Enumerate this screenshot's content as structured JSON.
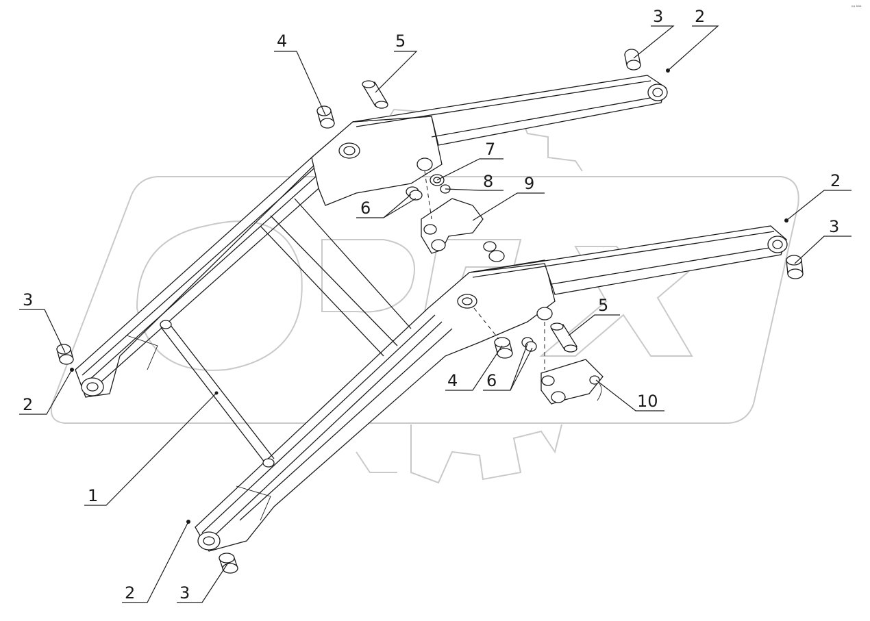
{
  "page_mark": "ᵖᵍ ᵇᵇᵇ",
  "callouts": [
    {
      "id": "c-4-top",
      "label": "4",
      "part": 4
    },
    {
      "id": "c-5-top",
      "label": "5",
      "part": 5
    },
    {
      "id": "c-3-topright",
      "label": "3",
      "part": 3
    },
    {
      "id": "c-2-topright",
      "label": "2",
      "part": 2
    },
    {
      "id": "c-7",
      "label": "7",
      "part": 7
    },
    {
      "id": "c-8",
      "label": "8",
      "part": 8
    },
    {
      "id": "c-9",
      "label": "9",
      "part": 9
    },
    {
      "id": "c-6-top",
      "label": "6",
      "part": 6
    },
    {
      "id": "c-2-right",
      "label": "2",
      "part": 2
    },
    {
      "id": "c-3-right",
      "label": "3",
      "part": 3
    },
    {
      "id": "c-3-left",
      "label": "3",
      "part": 3
    },
    {
      "id": "c-2-left",
      "label": "2",
      "part": 2
    },
    {
      "id": "c-5-mid",
      "label": "5",
      "part": 5
    },
    {
      "id": "c-4-mid",
      "label": "4",
      "part": 4
    },
    {
      "id": "c-6-mid",
      "label": "6",
      "part": 6
    },
    {
      "id": "c-10",
      "label": "10",
      "part": 10
    },
    {
      "id": "c-1",
      "label": "1",
      "part": 1
    },
    {
      "id": "c-2-bottom",
      "label": "2",
      "part": 2
    },
    {
      "id": "c-3-bottom",
      "label": "3",
      "part": 3
    }
  ],
  "colors": {
    "line": "#1a1a1a",
    "watermark": "#c9c9c9",
    "background": "#ffffff"
  }
}
